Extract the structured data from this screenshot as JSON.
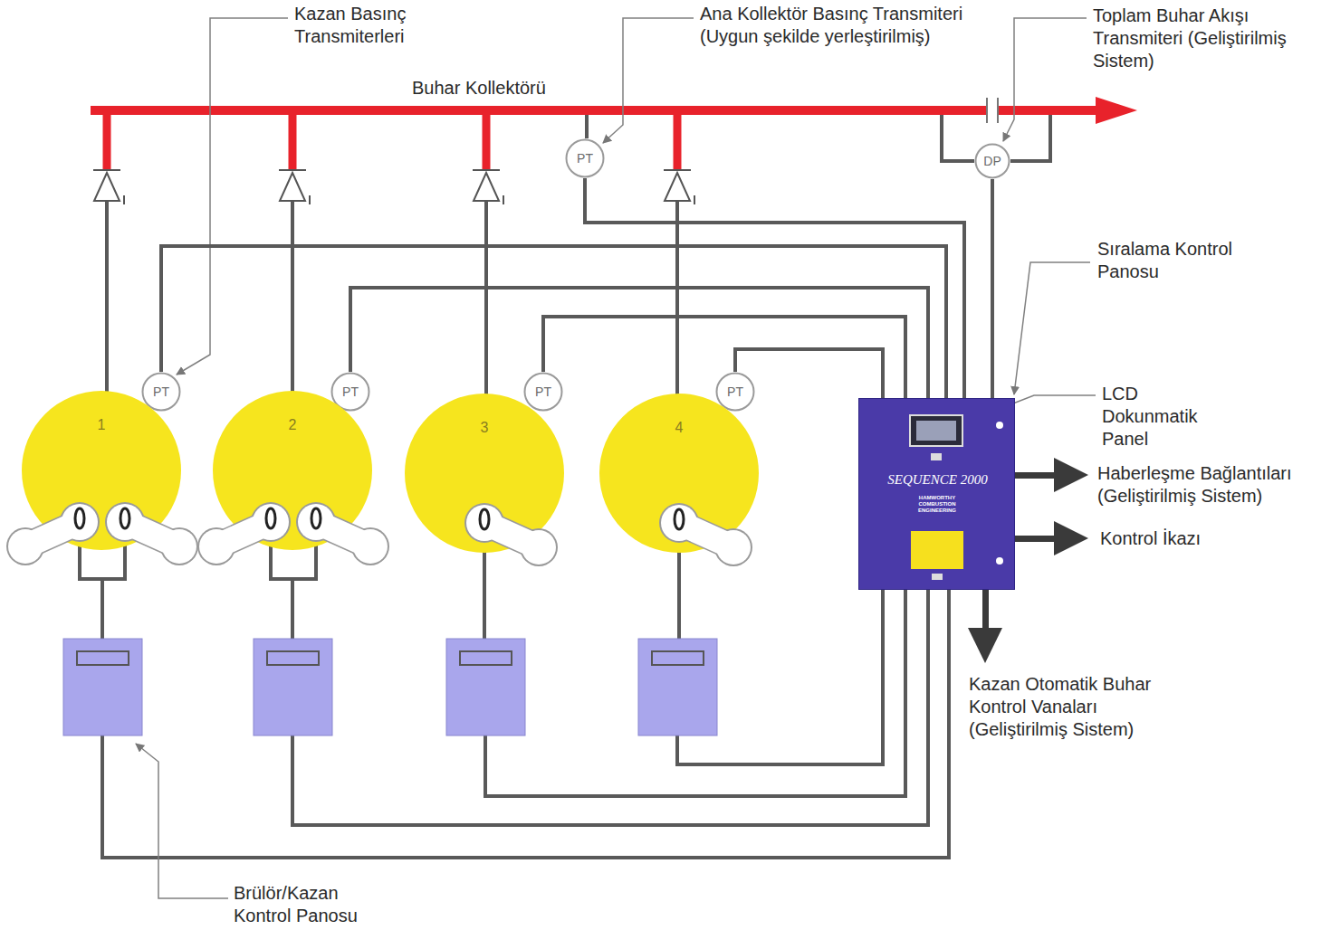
{
  "diagram": {
    "nodes": [
      {
        "text": [
          "PT"
        ]
      },
      {
        "text": [
          "DP"
        ]
      },
      {
        "text": [
          "PT"
        ]
      },
      {
        "text": [
          "PT"
        ]
      },
      {
        "text": [
          "PT"
        ]
      },
      {
        "text": [
          "PT"
        ]
      },
      {
        "text": [
          "1"
        ]
      },
      {
        "text": [
          "2"
        ]
      },
      {
        "text": [
          "3"
        ]
      },
      {
        "text": [
          "4"
        ]
      },
      {
        "text": [
          "SEQUENCE 2000",
          "HAMWORTHY COMBUSTION ENGINEERING"
        ]
      }
    ],
    "edges": [
      {
        "from": 0,
        "to": 10,
        "arrow": "none"
      },
      {
        "from": 1,
        "to": 10,
        "arrow": "none"
      },
      {
        "from": 2,
        "to": 10,
        "arrow": "none"
      },
      {
        "from": 3,
        "to": 10,
        "arrow": "none"
      },
      {
        "from": 4,
        "to": 10,
        "arrow": "none"
      },
      {
        "from": 5,
        "to": 10,
        "arrow": "none"
      }
    ],
    "labels": [
      "Kazan Basınç Transmiterleri",
      "Ana Kollektör Basınç Transmiteri (Uygun şekilde yerleştirilmiş)",
      "Toplam Buhar Akışı Transmiteri (Geliştirilmiş Sistem)",
      "Buhar Kollektörü",
      "Sıralama Kontrol Panosu",
      "LCD Dokunmatik Panel",
      "Haberleşme Bağlantıları (Geliştirilmiş Sistem)",
      "Kontrol İkazı",
      "Kazan Otomatik Buhar Kontrol Vanaları (Geliştirilmiş Sistem)",
      "Brülör/Kazan Kontrol Panosu"
    ]
  }
}
